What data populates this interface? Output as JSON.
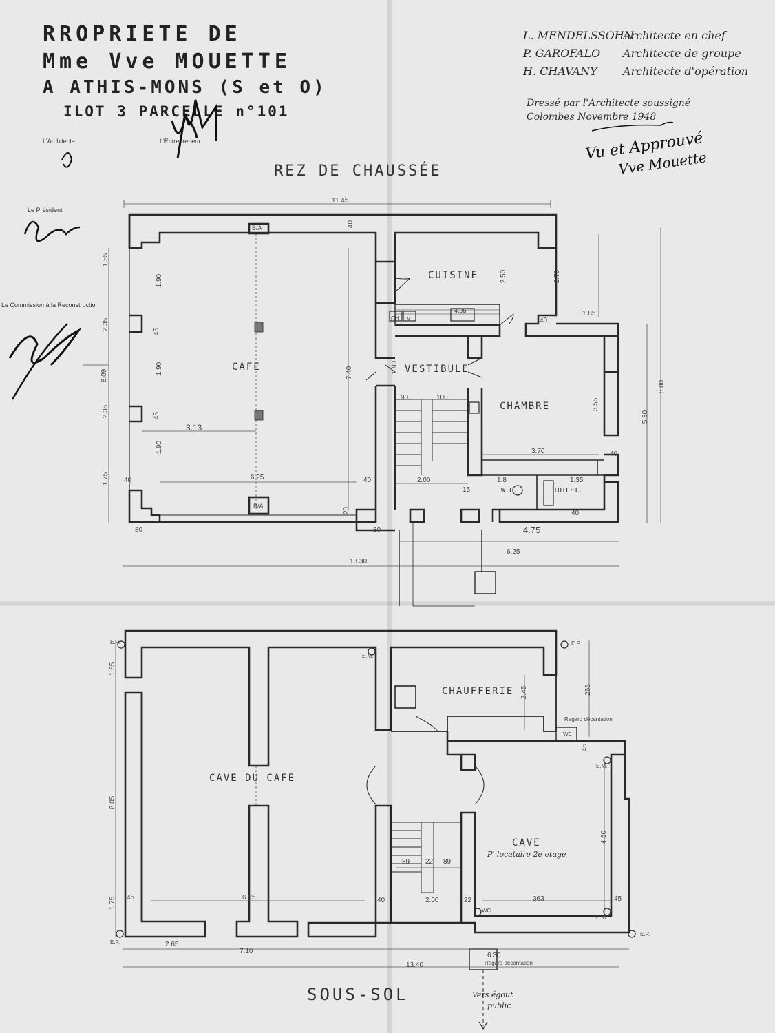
{
  "owner": {
    "line1": "RROPRIETE DE",
    "line2": "Mme Vve MOUETTE",
    "line3": "A ATHIS-MONS (S et O)",
    "line4": "ILOT 3 PARCELLE n°101"
  },
  "architects": [
    {
      "name": "L. MENDELSSOHN",
      "role": "Architecte en chef"
    },
    {
      "name": "P. GAROFALO",
      "role": "Architecte de groupe"
    },
    {
      "name": "H. CHAVANY",
      "role": "Architecte d'opération"
    }
  ],
  "drawn_by": {
    "line1": "Dressé par l'Architecte soussigné",
    "line2": "Colombes Novembre 1948"
  },
  "approval": {
    "line1": "Vu et Approuvé",
    "line2": "Vve Mouette"
  },
  "signature_labels": {
    "architect": "L'Architecte,",
    "contractor": "L'Entrepreneur",
    "president": "Le Président",
    "commission": "Le Commission à la Reconstruction"
  },
  "ground_floor": {
    "title": "REZ DE CHAUSSÉE",
    "rooms": {
      "cafe": "CAFE",
      "cuisine": "CUISINE",
      "vestibule": "VESTIBULE",
      "chambre": "CHAMBRE",
      "wc": "W.C.",
      "toilet": "TOILET."
    },
    "fixtures": {
      "ba": "B/A",
      "ch": "CH.",
      "v": "V"
    },
    "dims": {
      "overall_top": "11.45",
      "overall_bottom": "13.30",
      "cafe_width": "6.25",
      "cafe_depth": "7.40",
      "right_depth": "8.00",
      "right_wing": "4.75",
      "right_wing_b": "6.25",
      "chambre_w": "3.70",
      "chambre_d": "3.55",
      "chambre_d2": "5.30",
      "cuisine_d": "2.50",
      "cuisine_d2": "2.70",
      "counter": "4.05",
      "ext_185": "1.85",
      "col_313": "3.13",
      "stair_200": "2.00",
      "stair_90": "90",
      "stair_100": "100",
      "wc_18": "1.8",
      "toilet_135": "1.35",
      "vest_190": "1.90",
      "left_155": "1.55",
      "left_190a": "1.90",
      "left_235": "2.35",
      "left_809": "8.09",
      "left_190b": "1.90",
      "left_235b": "2.35",
      "left_190c": "1.90",
      "left_175": "1.75",
      "w40": "40",
      "w45": "45",
      "w80": "80",
      "w15": "15",
      "w20": "20"
    }
  },
  "basement": {
    "title": "SOUS-SOL",
    "rooms": {
      "cave_cafe": "CAVE DU CAFE",
      "chaufferie": "CHAUFFERIE",
      "cave": "CAVE",
      "cave_sub": "P' locataire 2e etage"
    },
    "labels": {
      "ep": "E.P.",
      "em": "E.M.",
      "wc": "WC",
      "regard": "Regard décantation",
      "egout1": "Vers égout",
      "egout2": "public"
    },
    "dims": {
      "overall_bottom": "13.40",
      "width_710": "7.10",
      "w_265": "2.65",
      "w_625": "6.25",
      "d_805": "8.05",
      "d_155": "1.55",
      "d_175": "1.75",
      "chauf_245": "2.45",
      "chauf_265": "265",
      "cave_450": "4.50",
      "cave_363": "363",
      "stair_89a": "89",
      "stair_22": "22",
      "stair_89b": "89",
      "stair_200": "2.00",
      "regard_630": "6.30",
      "w40": "40",
      "w45": "45",
      "w22": "22"
    }
  }
}
